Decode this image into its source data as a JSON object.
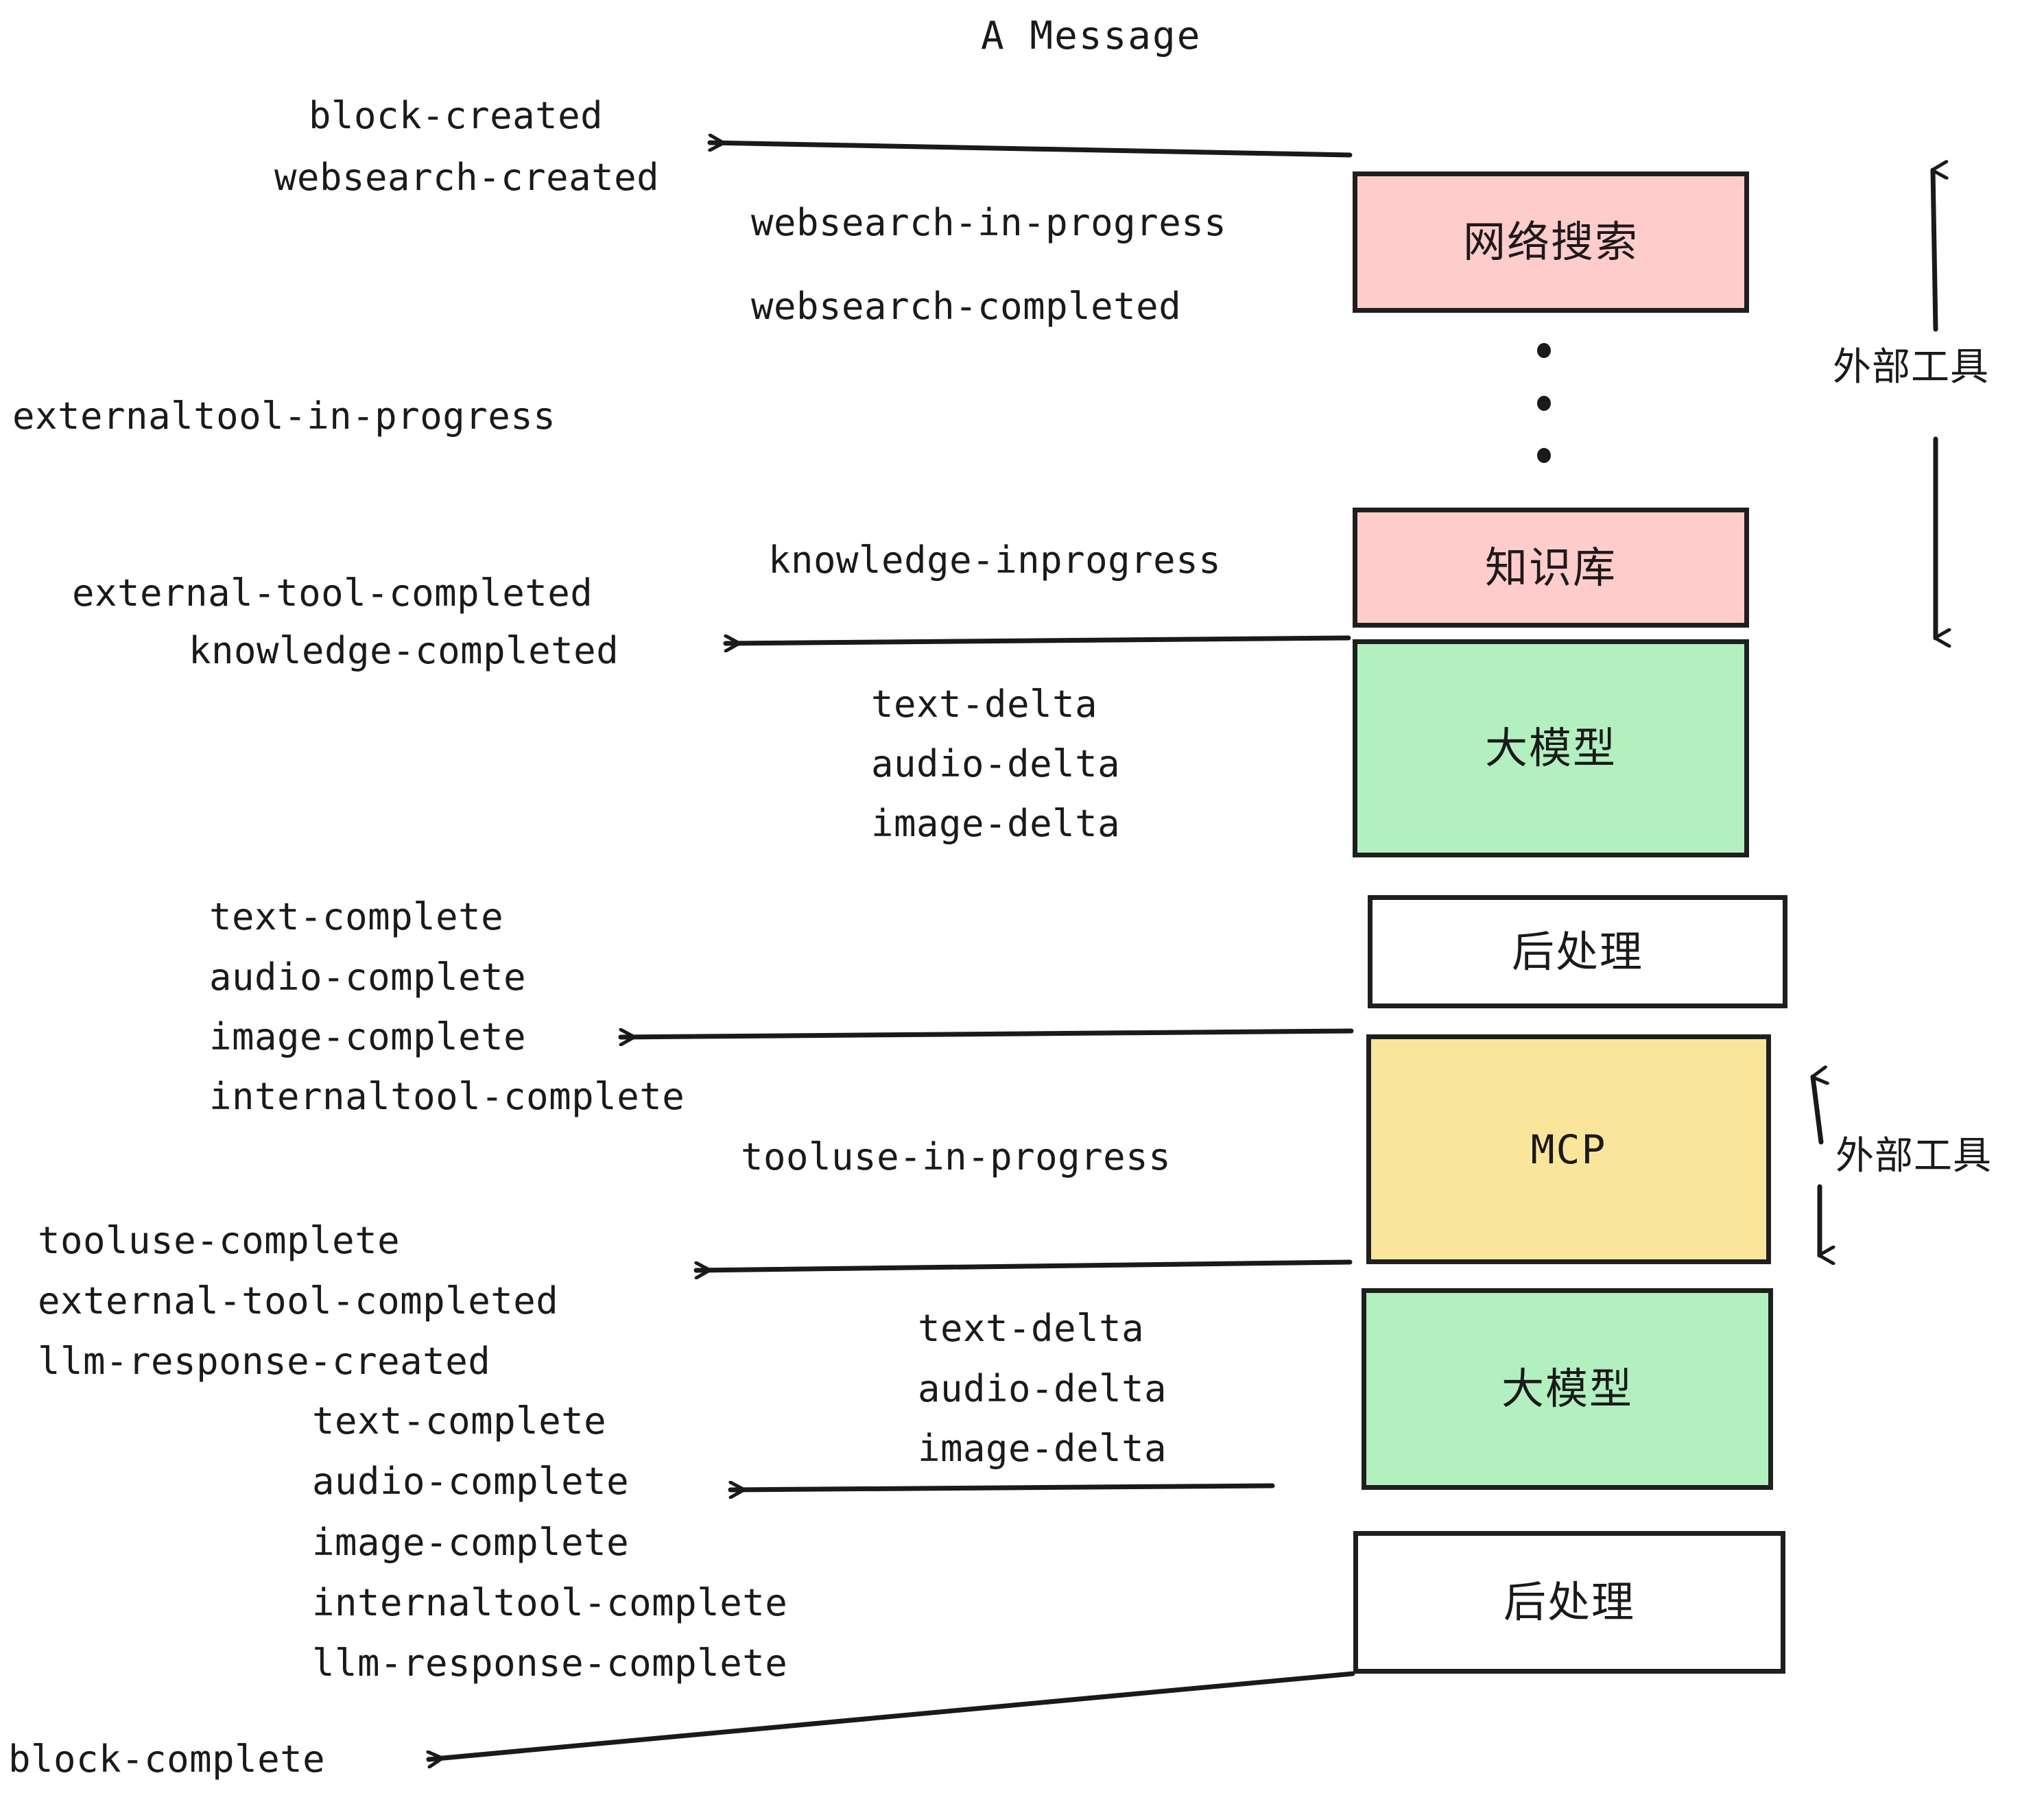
{
  "title": "A Message",
  "colors": {
    "pink": "#FFCCCC",
    "green": "#B2F0BF",
    "yellow": "#FAE69B",
    "white": "#FFFFFF",
    "stroke": "#1F1F1F",
    "text": "#1A1A1A"
  },
  "boxes": [
    {
      "id": "websearch",
      "label": "网络搜索",
      "fill": "pink"
    },
    {
      "id": "knowledge",
      "label": "知识库",
      "fill": "pink"
    },
    {
      "id": "llm-1",
      "label": "大模型",
      "fill": "green"
    },
    {
      "id": "postprocess-1",
      "label": "后处理",
      "fill": "white"
    },
    {
      "id": "mcp",
      "label": "MCP",
      "fill": "yellow"
    },
    {
      "id": "llm-2",
      "label": "大模型",
      "fill": "green"
    },
    {
      "id": "postprocess-2",
      "label": "后处理",
      "fill": "white"
    }
  ],
  "side_annotations": [
    {
      "id": "external-tools-top",
      "label": "外部工具"
    },
    {
      "id": "external-tools-bottom",
      "label": "外部工具"
    }
  ],
  "events": {
    "block_created": "block-created",
    "websearch_created": "websearch-created",
    "websearch_in_progress": "websearch-in-progress",
    "websearch_completed": "websearch-completed",
    "externaltool_in_progress": "externaltool-in-progress",
    "knowledge_inprogress": "knowledge-inprogress",
    "external_tool_completed": "external-tool-completed",
    "knowledge_completed": "knowledge-completed",
    "text_delta": "text-delta",
    "audio_delta": "audio-delta",
    "image_delta": "image-delta",
    "text_complete": "text-complete",
    "audio_complete": "audio-complete",
    "image_complete": "image-complete",
    "internaltool_complete": "internaltool-complete",
    "tooluse_in_progress": "tooluse-in-progress",
    "tooluse_complete": "tooluse-complete",
    "external_tool_completed_2": "external-tool-completed",
    "llm_response_created": "llm-response-created",
    "text_complete_2": "text-complete",
    "audio_complete_2": "audio-complete",
    "image_complete_2": "image-complete",
    "internaltool_complete_2": "internaltool-complete",
    "llm_response_complete": "llm-response-complete",
    "block_complete": "block-complete",
    "text_delta_2": "text-delta",
    "audio_delta_2": "audio-delta",
    "image_delta_2": "image-delta"
  }
}
